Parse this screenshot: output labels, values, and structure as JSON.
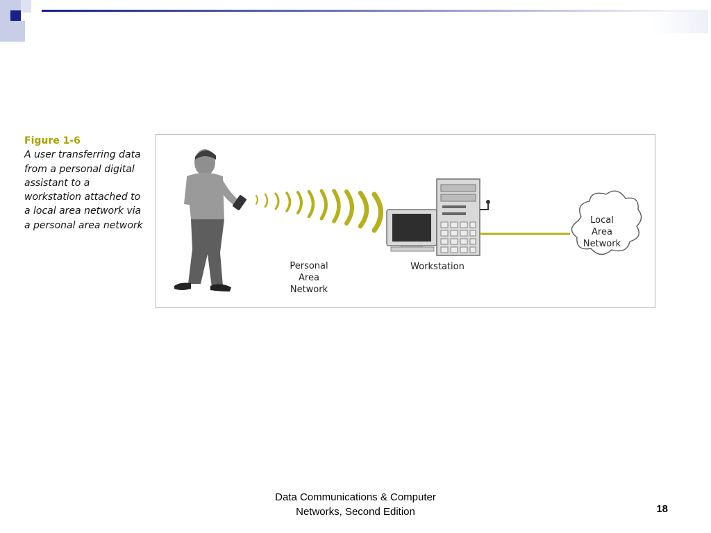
{
  "figure": {
    "number": "Figure 1-6",
    "caption": "A user transferring data from a personal digital assistant to a workstation attached to a local area network via a personal area network",
    "labels": {
      "personal_area_network": [
        "Personal",
        "Area",
        "Network"
      ],
      "workstation": "Workstation",
      "local_area_network": [
        "Local",
        "Area",
        "Network"
      ]
    },
    "icons": [
      "person-with-pda",
      "wireless-signal",
      "computer-monitor",
      "tower-server",
      "network-cloud"
    ]
  },
  "footer": {
    "line1": "Data Communications & Computer",
    "line2": "Networks, Second Edition",
    "page": "18"
  },
  "colors": {
    "accent": "#a8a400",
    "brand": "#1a1f8a"
  }
}
